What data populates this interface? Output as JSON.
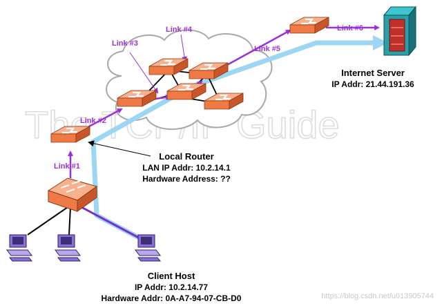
{
  "watermark": "The TCP/IP Guide",
  "credit": "https://blog.csdn.net/u013905744",
  "links": {
    "link1": "Link #1",
    "link2": "Link #2",
    "link3": "Link #3",
    "link4": "Link #4",
    "link5": "Link #5",
    "link6": "Link #6"
  },
  "internet_server": {
    "title": "Internet Server",
    "ip": "IP Addr: 21.44.191.36"
  },
  "local_router": {
    "title": "Local Router",
    "lan_ip": "LAN IP Addr: 10.2.14.1",
    "hardware": "Hardware Address: ??"
  },
  "client_host": {
    "title": "Client Host",
    "ip": "IP Addr: 10.2.14.77",
    "hardware": "Hardware Addr: 0A-A7-94-07-CB-D0"
  },
  "colors": {
    "link_purple": "#9b30d9",
    "router_orange": "#f07a45",
    "path_blue": "#9dd6f2",
    "server_teal": "#2a9fa8",
    "server_red": "#c0302a",
    "host_purple": "#8a6fd6"
  },
  "icons": [
    "router-icon",
    "switch-hub-icon",
    "server-icon",
    "computer-icon",
    "cloud-icon"
  ]
}
